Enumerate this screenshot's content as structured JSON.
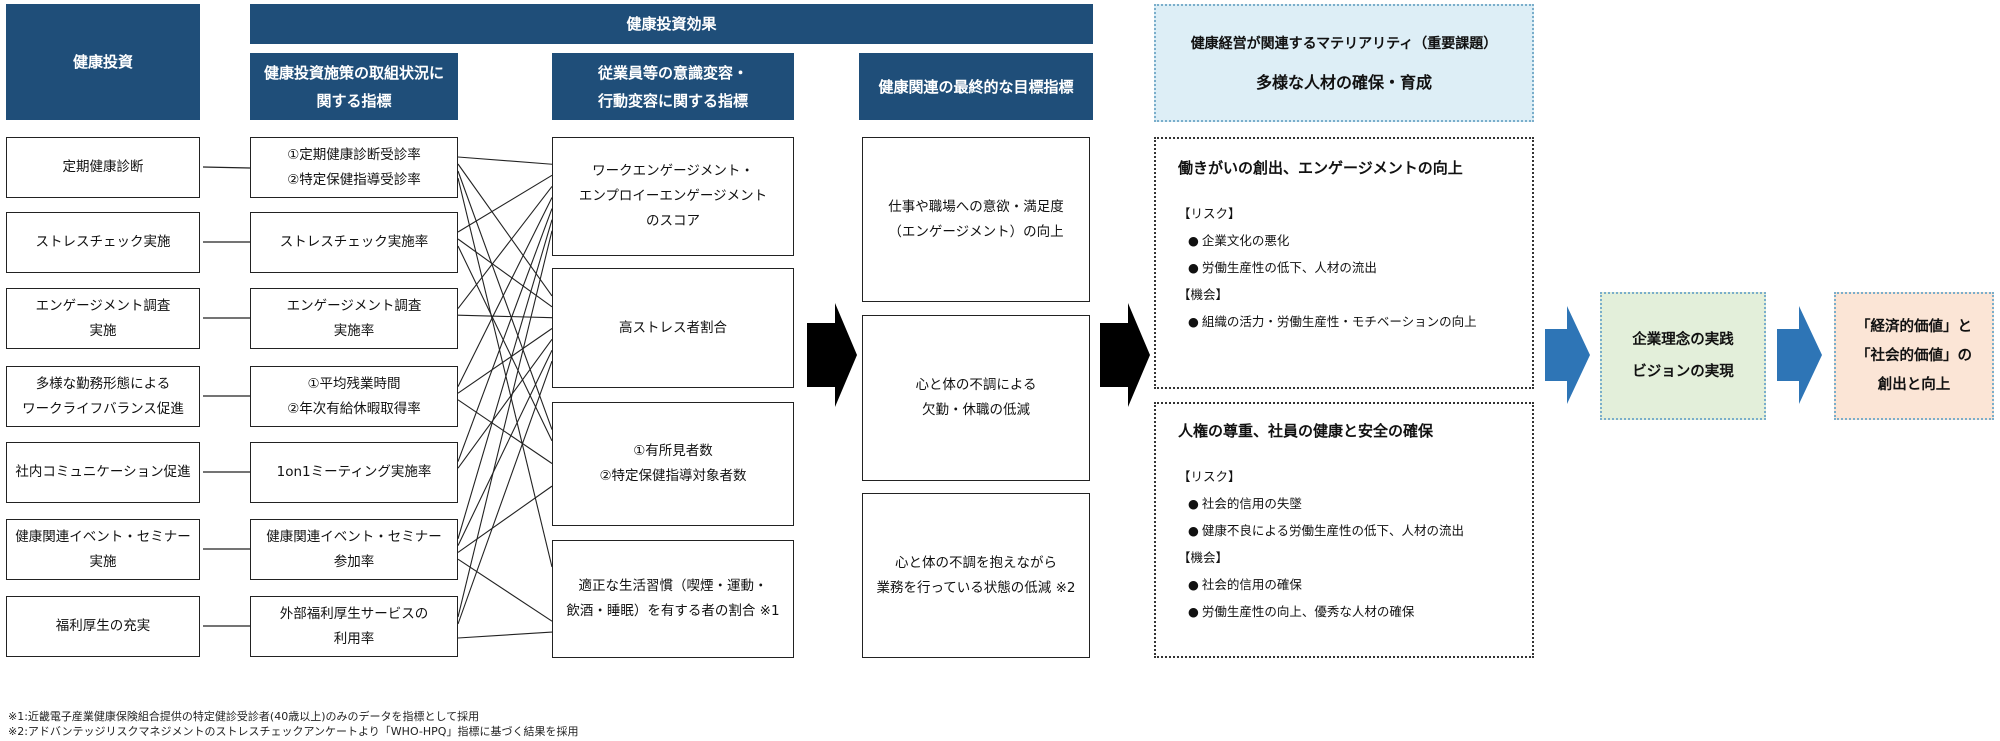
{
  "headers": {
    "investment": "健康投資",
    "effect": "健康投資効果",
    "measures": [
      "健康投資施策の取組状況に",
      "関する指標"
    ],
    "awareness": [
      "従業員等の意識変容・",
      "行動変容に関する指標"
    ],
    "final": "健康関連の最終的な目標指標",
    "materiality_title": "健康経営が関連するマテリアリティ（重要課題）",
    "materiality_sub": "多様な人材の確保・育成"
  },
  "investments": [
    [
      "定期健康診断"
    ],
    [
      "ストレスチェック実施"
    ],
    [
      "エンゲージメント調査",
      "実施"
    ],
    [
      "多様な勤務形態による",
      "ワークライフバランス促進"
    ],
    [
      "社内コミュニケーション促進"
    ],
    [
      "健康関連イベント・セミナー",
      "実施"
    ],
    [
      "福利厚生の充実"
    ]
  ],
  "measures": [
    [
      "①定期健康診断受診率",
      "②特定保健指導受診率"
    ],
    [
      "ストレスチェック実施率"
    ],
    [
      "エンゲージメント調査",
      "実施率"
    ],
    [
      "①平均残業時間",
      "②年次有給休暇取得率"
    ],
    [
      "1on1ミーティング実施率"
    ],
    [
      "健康関連イベント・セミナー",
      "参加率"
    ],
    [
      "外部福利厚生サービスの",
      "利用率"
    ]
  ],
  "awareness": [
    [
      "ワークエンゲージメント・",
      "エンプロイーエンゲージメント",
      "のスコア"
    ],
    [
      "高ストレス者割合"
    ],
    [
      "①有所見者数",
      "②特定保健指導対象者数"
    ],
    [
      "適正な生活習慣（喫煙・運動・",
      "飲酒・睡眠）を有する者の割合 ※1"
    ]
  ],
  "final": [
    [
      "仕事や職場への意欲・満足度",
      "（エンゲージメント）の向上"
    ],
    [
      "心と体の不調による",
      "欠勤・休職の低減"
    ],
    [
      "心と体の不調を抱えながら",
      "業務を行っている状態の低減 ※2"
    ]
  ],
  "materiality_boxes": [
    {
      "title": "働きがいの創出、エンゲージメントの向上",
      "risk_label": "【リスク】",
      "risks": [
        "企業文化の悪化",
        "労働生産性の低下、人材の流出"
      ],
      "opp_label": "【機会】",
      "opps": [
        "組織の活力・労働生産性・モチベーションの向上"
      ]
    },
    {
      "title": "人権の尊重、社員の健康と安全の確保",
      "risk_label": "【リスク】",
      "risks": [
        "社会的信用の失墜",
        "健康不良による労働生産性の低下、人材の流出"
      ],
      "opp_label": "【機会】",
      "opps": [
        "社会的信用の確保",
        "労働生産性の向上、優秀な人材の確保"
      ]
    }
  ],
  "philosophy": [
    "企業理念の実践",
    "ビジョンの実現"
  ],
  "value": [
    "「経済的価値」と",
    "「社会的価値」の",
    "創出と向上"
  ],
  "footnotes": [
    "※1:近畿電子産業健康保険組合提供の特定健診受診者(40歳以上)のみのデータを指標として採用",
    "※2:アドバンテッジリスクマネジメントのストレスチェックアンケートより「WHO-HPQ」指標に基づく結果を採用"
  ],
  "colors": {
    "header": "#1f4e79",
    "materiality_bg": "#ddeef6",
    "philosophy_bg": "#e3efda",
    "value_bg": "#fbe5d6",
    "blue_arrow": "#2e75b6"
  }
}
